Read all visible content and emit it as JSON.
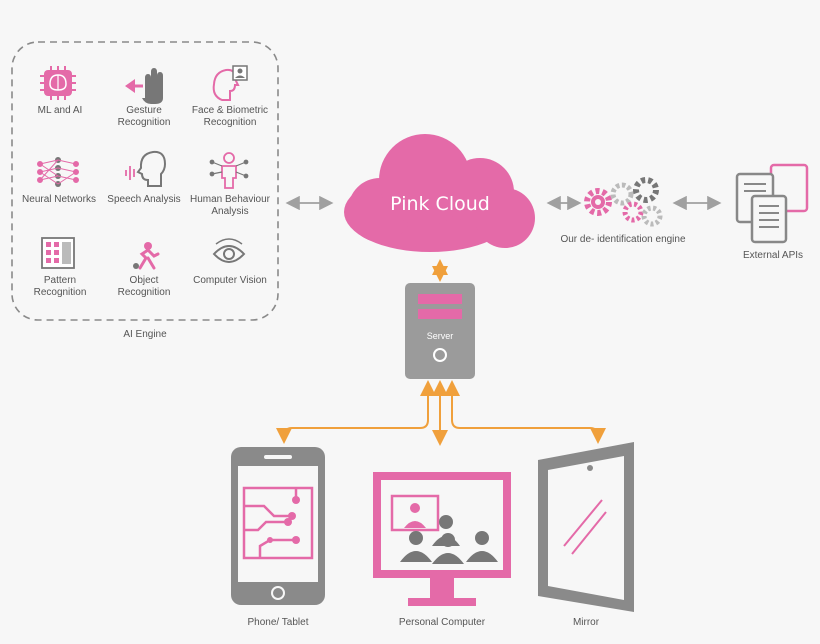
{
  "ai_engine": {
    "title": "AI Engine",
    "items": [
      {
        "label": "ML and AI",
        "icon": "brain-chip-icon"
      },
      {
        "label": "Gesture\nRecognition",
        "icon": "hand-gesture-icon"
      },
      {
        "label": "Face & Biometric\nRecognition",
        "icon": "face-biometric-icon"
      },
      {
        "label": "Neural Networks",
        "icon": "neural-network-icon"
      },
      {
        "label": "Speech Analysis",
        "icon": "speech-head-icon"
      },
      {
        "label": "Human Behaviour\nAnalysis",
        "icon": "human-figure-icon"
      },
      {
        "label": "Pattern\nRecognition",
        "icon": "pattern-grid-icon"
      },
      {
        "label": "Object\nRecognition",
        "icon": "running-person-icon"
      },
      {
        "label": "Computer Vision",
        "icon": "eye-icon"
      }
    ]
  },
  "cloud": {
    "label": "Pink Cloud"
  },
  "server": {
    "label": "Server"
  },
  "engine": {
    "label": "Our de- identification engine",
    "icon": "gears-icon"
  },
  "external": {
    "label": "External APIs",
    "icon": "documents-icon"
  },
  "devices": [
    {
      "label": "Phone/ Tablet",
      "icon": "tablet-icon"
    },
    {
      "label": "Personal Computer",
      "icon": "monitor-icon"
    },
    {
      "label": "Mirror",
      "icon": "mirror-icon"
    }
  ],
  "colors": {
    "pink": "#e46aa8",
    "gray": "#9b9b9b",
    "dark_gray": "#777777",
    "orange": "#f0a03c"
  }
}
